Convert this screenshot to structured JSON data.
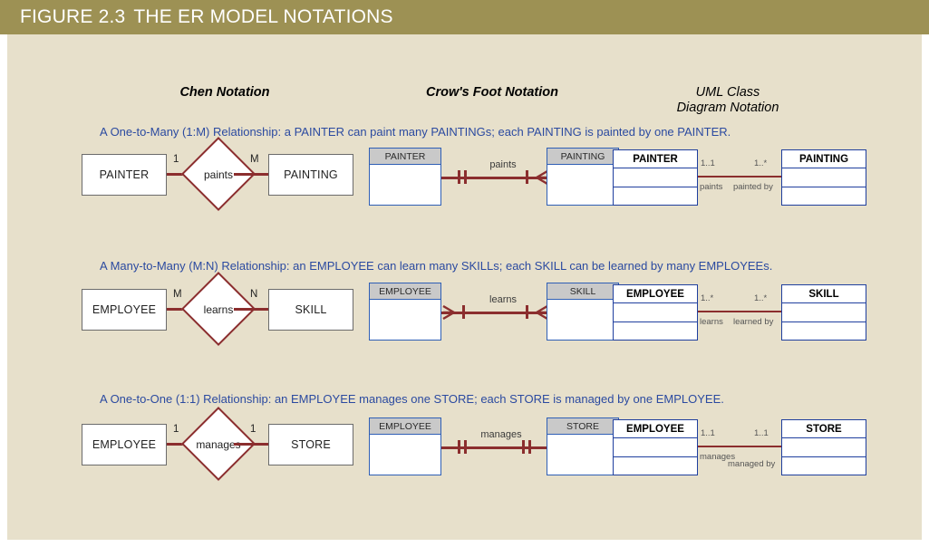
{
  "figure": {
    "number": "FIGURE 2.3",
    "title": "THE ER MODEL NOTATIONS",
    "header_color": "#9d9154",
    "panel_color": "#e7e0cb",
    "caption_color": "#2b4aa0",
    "chen_line_color": "#8b2e2e",
    "crowsfoot_border_color": "#2f5fb5",
    "uml_border_color": "#1f3f9e"
  },
  "columns": [
    {
      "label": "Chen Notation",
      "style": "bold-italic"
    },
    {
      "label": "Crow's Foot Notation",
      "style": "bold-italic"
    },
    {
      "label_line1": "UML Class",
      "label_line2": "Diagram Notation",
      "style": "italic"
    }
  ],
  "rows": [
    {
      "caption_lead": "A One-to-Many (1:M) Relationship",
      "caption_rest": ": a PAINTER can paint many PAINTINGs; each PAINTING is painted by one PAINTER.",
      "chen": {
        "left_entity": "PAINTER",
        "right_entity": "PAINTING",
        "relationship": "paints",
        "left_cardinality": "1",
        "right_cardinality": "M"
      },
      "crowsfoot": {
        "left_entity": "PAINTER",
        "right_entity": "PAINTING",
        "verb": "paints",
        "left_symbol": "one-mandatory",
        "right_symbol": "many-mandatory"
      },
      "uml": {
        "left_class": "PAINTER",
        "right_class": "PAINTING",
        "left_multiplicity": "1..1",
        "right_multiplicity": "1..*",
        "left_role": "paints",
        "right_role": "painted by"
      }
    },
    {
      "caption_lead": "A Many-to-Many (M:N) Relationship",
      "caption_rest": ": an EMPLOYEE can learn many SKILLs; each SKILL can be learned by many EMPLOYEEs.",
      "chen": {
        "left_entity": "EMPLOYEE",
        "right_entity": "SKILL",
        "relationship": "learns",
        "left_cardinality": "M",
        "right_cardinality": "N"
      },
      "crowsfoot": {
        "left_entity": "EMPLOYEE",
        "right_entity": "SKILL",
        "verb": "learns",
        "left_symbol": "many-mandatory",
        "right_symbol": "many-mandatory"
      },
      "uml": {
        "left_class": "EMPLOYEE",
        "right_class": "SKILL",
        "left_multiplicity": "1..*",
        "right_multiplicity": "1..*",
        "left_role": "learns",
        "right_role": "learned by"
      }
    },
    {
      "caption_lead": "A One-to-One (1:1) Relationship",
      "caption_rest": ": an EMPLOYEE manages one STORE; each STORE is managed by one EMPLOYEE.",
      "chen": {
        "left_entity": "EMPLOYEE",
        "right_entity": "STORE",
        "relationship": "manages",
        "left_cardinality": "1",
        "right_cardinality": "1"
      },
      "crowsfoot": {
        "left_entity": "EMPLOYEE",
        "right_entity": "STORE",
        "verb": "manages",
        "left_symbol": "one-mandatory",
        "right_symbol": "one-mandatory"
      },
      "uml": {
        "left_class": "EMPLOYEE",
        "right_class": "STORE",
        "left_multiplicity": "1..1",
        "right_multiplicity": "1..1",
        "left_role": "manages",
        "right_role": "managed by"
      }
    }
  ]
}
